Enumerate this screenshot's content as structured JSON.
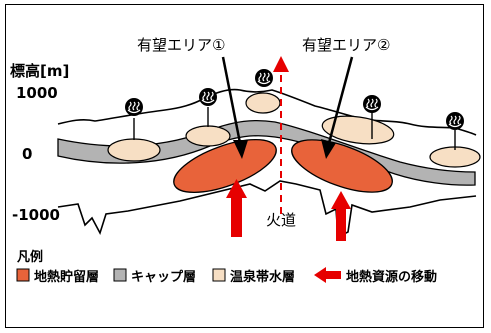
{
  "axis": {
    "title": "標高[m]",
    "ticks": [
      "1000",
      "0",
      "-1000"
    ]
  },
  "annotations": {
    "area1": "有望エリア①",
    "area2": "有望エリア②",
    "conduit": "火道"
  },
  "legend": {
    "title": "凡例",
    "items": [
      {
        "label": "地熱貯留層",
        "icon": "red-box",
        "color": "#e8633a"
      },
      {
        "label": "キャップ層",
        "icon": "gray-box",
        "color": "#b3b3b3"
      },
      {
        "label": "温泉帯水層",
        "icon": "beige-box",
        "color": "#f7dfc4"
      },
      {
        "label": "地熱資源の移動",
        "icon": "red-arrow",
        "color": "#e60000"
      }
    ]
  }
}
